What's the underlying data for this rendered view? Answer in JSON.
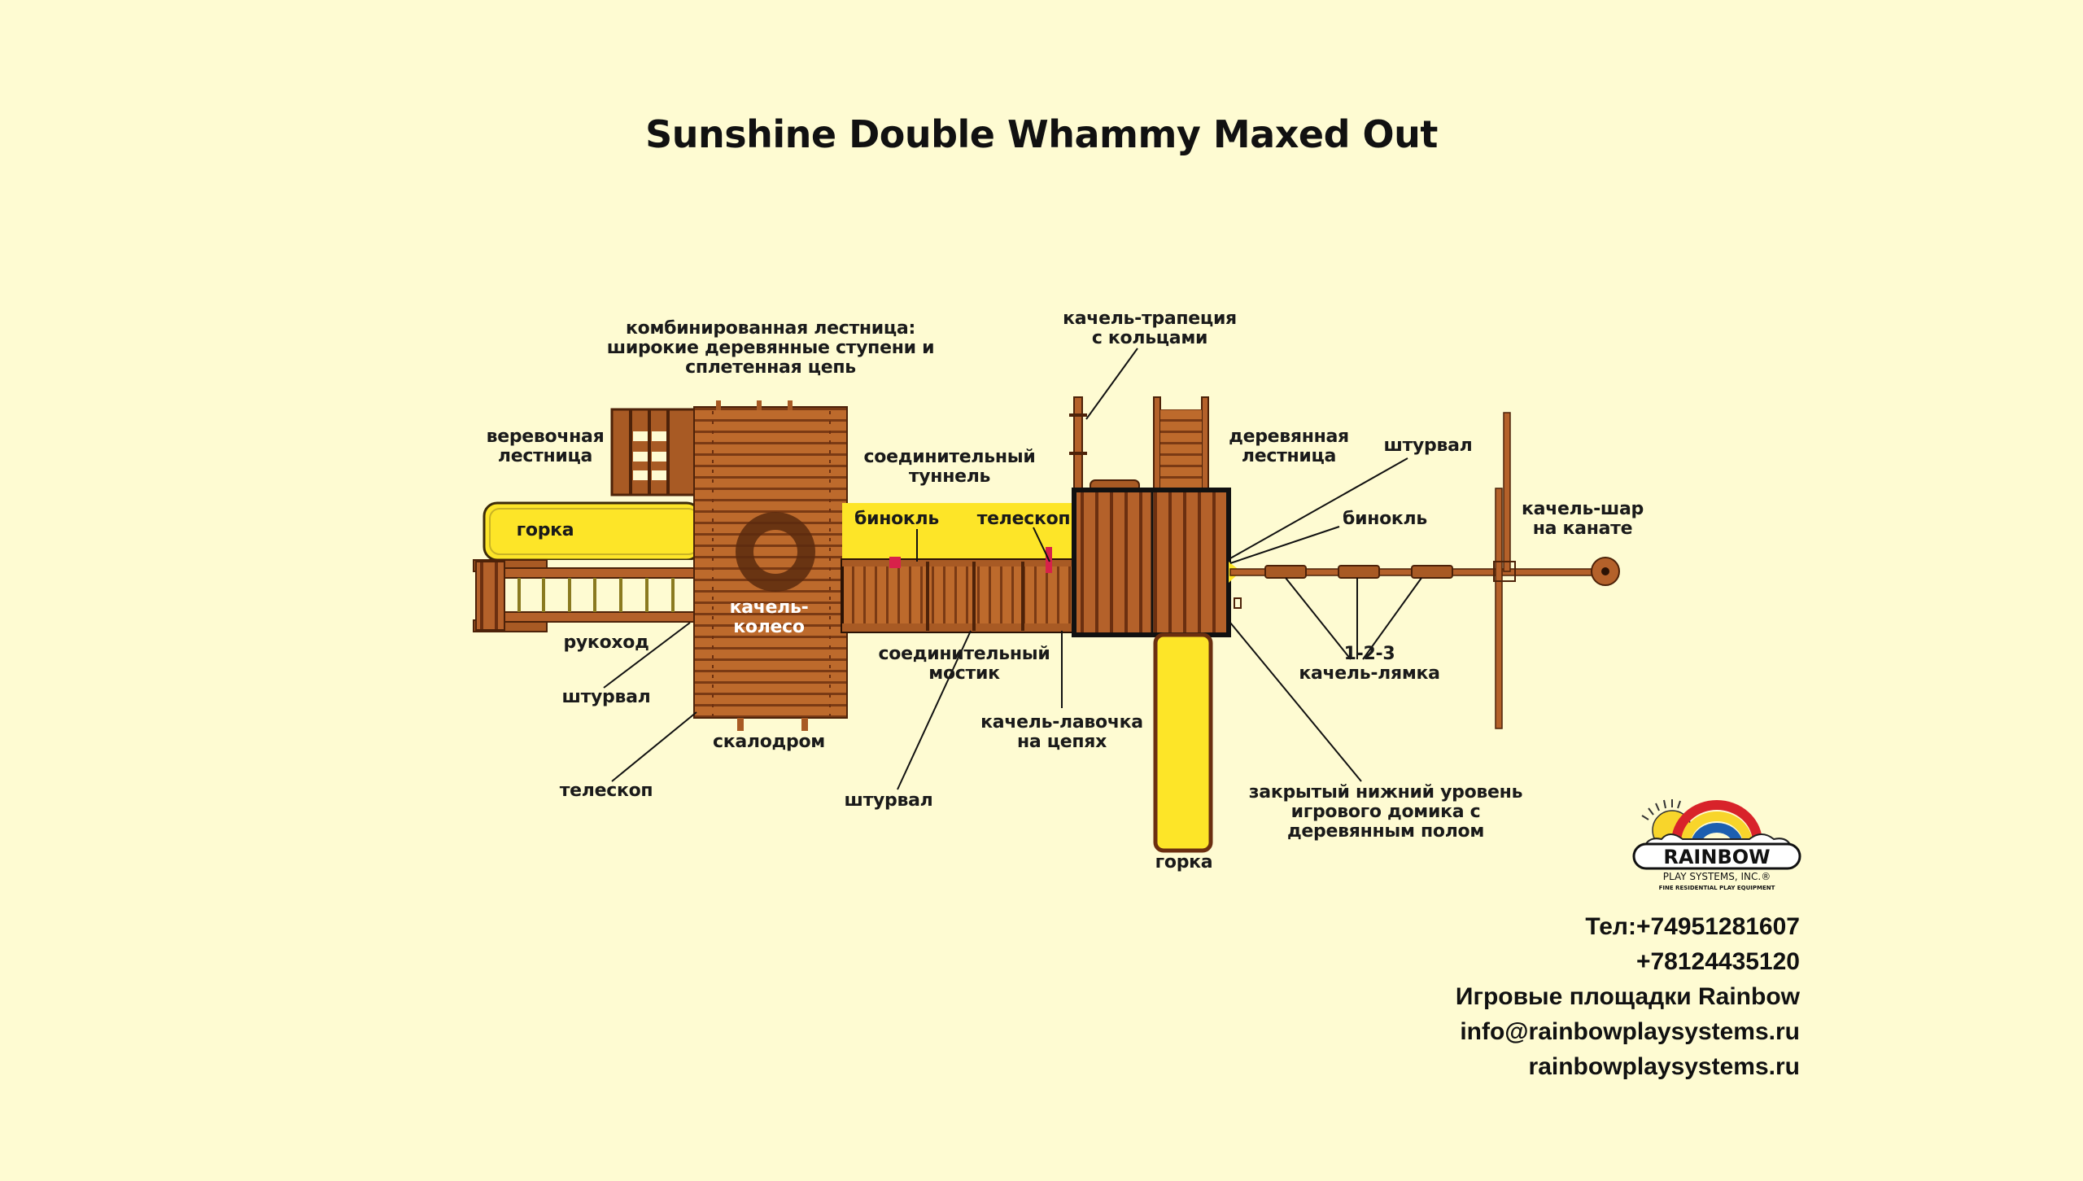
{
  "title": "Sunshine Double Whammy Maxed Out",
  "colors": {
    "background": "#fefbd2",
    "wood": "#b8652a",
    "wood_dark": "#6b3110",
    "slide_yellow": "#fde528",
    "accessory_red": "#d8214a",
    "outline": "#111111"
  },
  "labels": {
    "combo_ladder": [
      "комбинированная лестница:",
      "широкие деревянные ступени и",
      "сплетенная цепь"
    ],
    "rope_ladder": [
      "веревочная",
      "лестница"
    ],
    "slide_left": [
      "горка"
    ],
    "tire_swing": [
      "качель-",
      "колесо"
    ],
    "monkey_bars": [
      "рукоход"
    ],
    "wheel_left": [
      "штурвал"
    ],
    "telescope_left": [
      "телескоп"
    ],
    "rock_wall": [
      "скалодром"
    ],
    "tunnel": [
      "соединительный",
      "туннель"
    ],
    "binoculars_tunnel": [
      "бинокль"
    ],
    "telescope_tunnel": [
      "телескоп"
    ],
    "bridge": [
      "соединительный",
      "мостик"
    ],
    "wheel_bridge": [
      "штурвал"
    ],
    "bench_swing": [
      "качель-лавочка",
      "на цепях"
    ],
    "trapeze": [
      "качель-трапеция",
      "с кольцами"
    ],
    "wood_ladder": [
      "деревянная",
      "лестница"
    ],
    "wheel_right": [
      "штурвал"
    ],
    "binoculars_right": [
      "бинокль"
    ],
    "belt_swings": [
      "1-2-3",
      "качель-лямка"
    ],
    "ball_swing": [
      "качель-шар",
      "на канате"
    ],
    "enclosed_level": [
      "закрытый нижний уровень",
      "игрового домика с",
      "деревянным полом"
    ],
    "slide_bottom": [
      "горка"
    ]
  },
  "logo": {
    "name": "RAINBOW",
    "line2": "PLAY SYSTEMS, INC.®",
    "line3": "FINE RESIDENTIAL PLAY EQUIPMENT"
  },
  "contacts": {
    "phone1": "Тел:+74951281607",
    "phone2": "+78124435120",
    "company": "Игровые площадки Rainbow",
    "email": "info@rainbowplaysystems.ru",
    "website": "rainbowplaysystems.ru"
  }
}
